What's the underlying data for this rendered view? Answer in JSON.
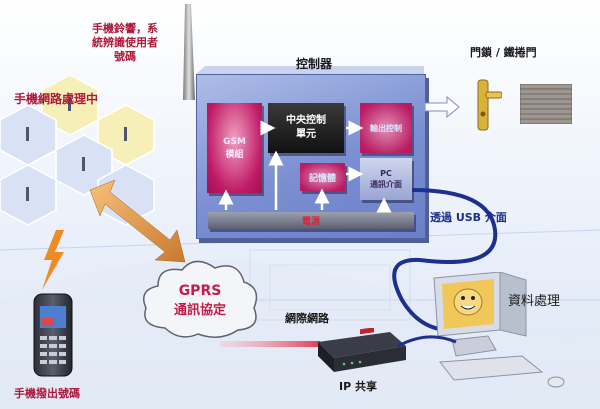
{
  "labels": {
    "top_note": [
      "手機鈴響，系",
      "統辨識使用者",
      "號碼"
    ],
    "network": "手機網路處理中",
    "controller": "控制器",
    "door": "門鎖 / 鐵捲門",
    "usb": "透過 USB 介面",
    "data_processing": "資料處理",
    "network_route": "網際網路",
    "ip_share": "IP 共享",
    "phone_dial": "手機撥出號碼"
  },
  "modules": {
    "gsm": [
      "GSM",
      "模組"
    ],
    "cpu": [
      "中央控制",
      "單元"
    ],
    "output": "輸出控制",
    "memory": "記憶體",
    "pc_interface": [
      "PC",
      "通訊介面"
    ],
    "power": "電源"
  },
  "cloud": {
    "line1": "GPRS",
    "line2": "通訊協定"
  },
  "colors": {
    "label_red": "#b0183a",
    "module_magenta": "#c01a66",
    "panel_blue": "#7b8fd2",
    "usb_cable": "#1d2f8f",
    "arrow_orange": "#f07b2a"
  }
}
